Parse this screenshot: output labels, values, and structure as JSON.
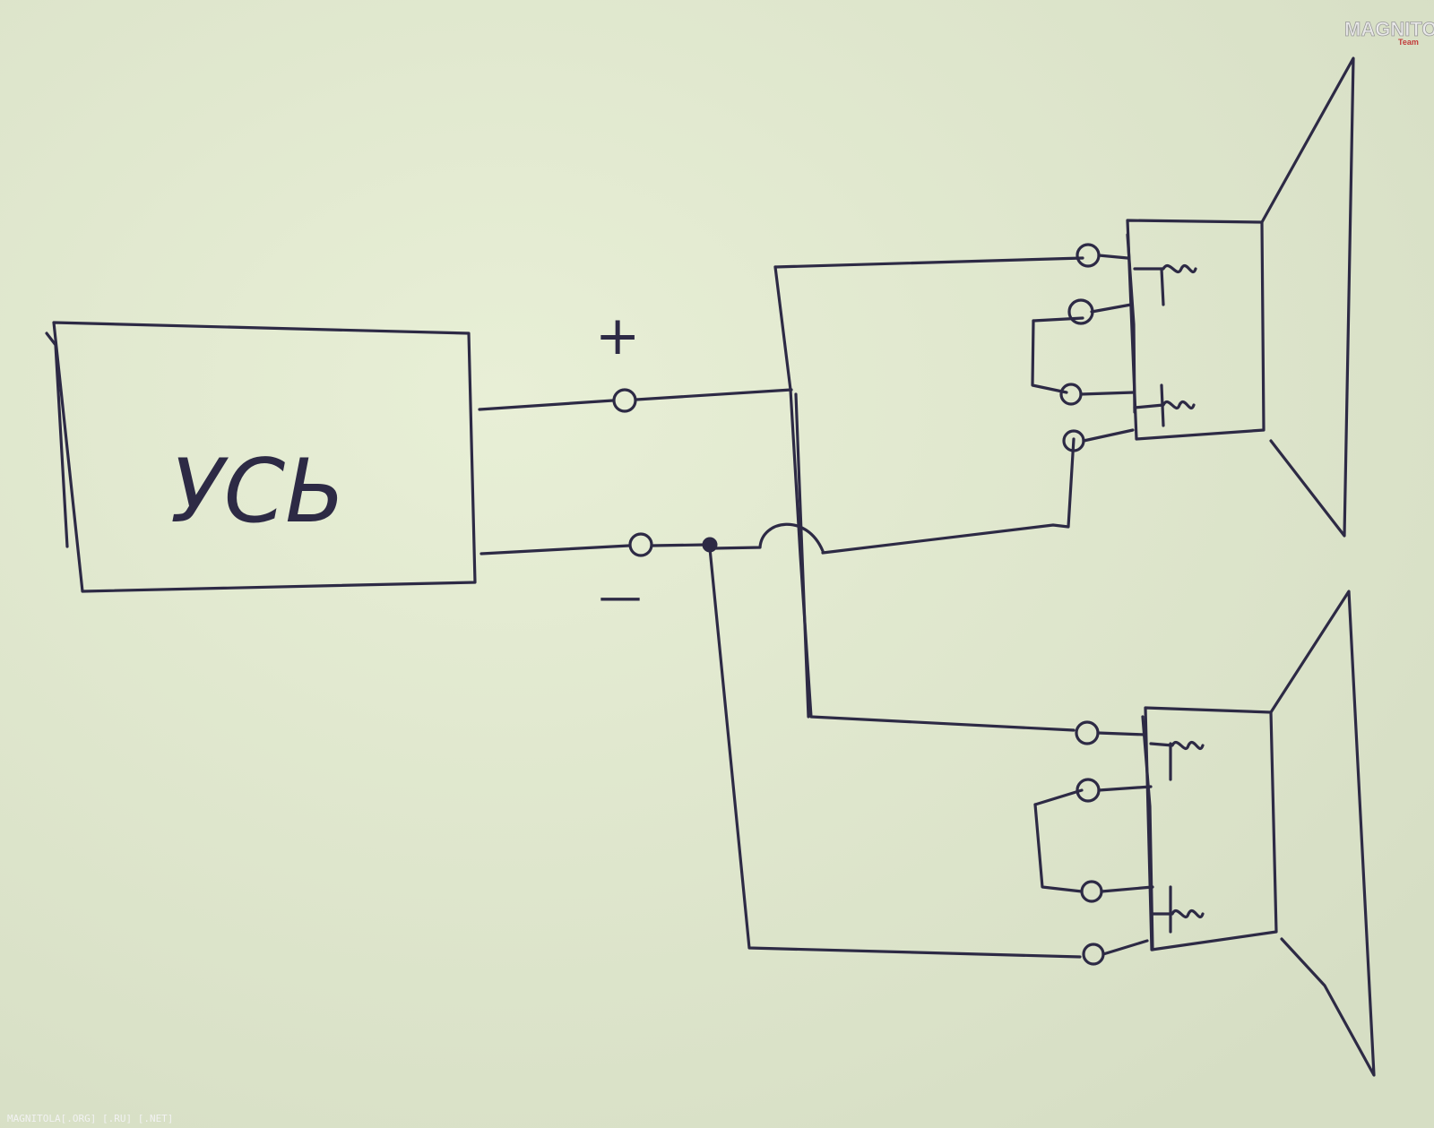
{
  "amplifier": {
    "label": "УСЬ"
  },
  "terminals": {
    "plus": "+",
    "minus": "—"
  },
  "watermark": {
    "brand": "MAGNITOLA",
    "team": "Team"
  },
  "footer": {
    "text": "MAGNITOLA[.ORG] [.RU] [.NET]"
  },
  "colors": {
    "paper": "#e3ead0",
    "ink": "#2d2a45",
    "accent": "#c23b3b"
  }
}
